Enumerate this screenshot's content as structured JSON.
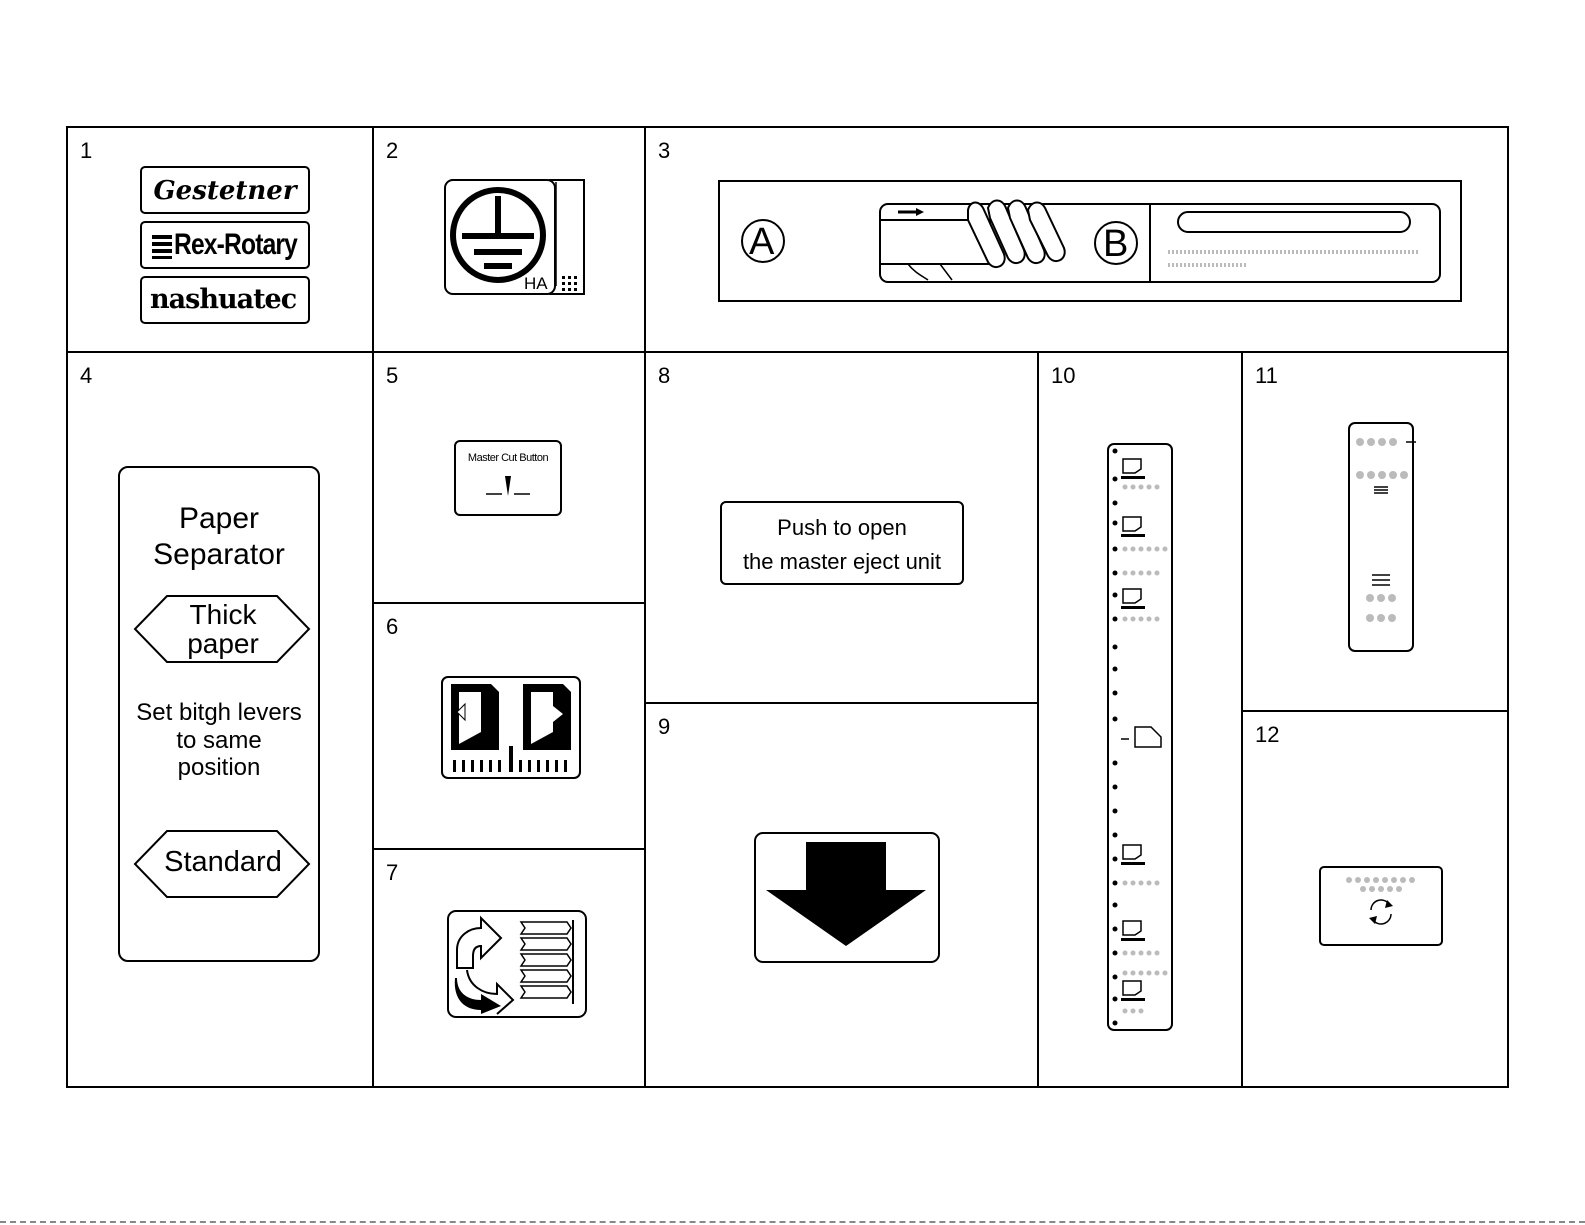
{
  "panels": [
    {
      "id": "1",
      "number": "1",
      "brands": [
        "Gestetner",
        "Rex-Rotary",
        "nashuatec"
      ]
    },
    {
      "id": "2",
      "number": "2",
      "label": "HA"
    },
    {
      "id": "3",
      "number": "3",
      "mark_a": "A",
      "mark_b": "B"
    },
    {
      "id": "4",
      "number": "4",
      "title_line1": "Paper",
      "title_line2": "Separator",
      "thick_line1": "Thick",
      "thick_line2": "paper",
      "note_line1": "Set bitgh levers",
      "note_line2": "to same",
      "note_line3": "position",
      "standard": "Standard"
    },
    {
      "id": "5",
      "number": "5",
      "button_label": "Master Cut Button"
    },
    {
      "id": "6",
      "number": "6"
    },
    {
      "id": "7",
      "number": "7"
    },
    {
      "id": "8",
      "number": "8",
      "line1": "Push to open",
      "line2": "the master eject unit"
    },
    {
      "id": "9",
      "number": "9"
    },
    {
      "id": "10",
      "number": "10"
    },
    {
      "id": "11",
      "number": "11"
    },
    {
      "id": "12",
      "number": "12"
    }
  ],
  "icons": {
    "panel2": "ground-symbol-icon",
    "panel3": "hand-pull-icon",
    "panel6": "image-shift-icon",
    "panel7": "paper-feed-rotate-icon",
    "panel9": "down-arrow-icon",
    "panel12": "rotate-arrows-icon"
  },
  "colors": {
    "line": "#000000",
    "background": "#ffffff",
    "dots": "#bbbbbb"
  }
}
